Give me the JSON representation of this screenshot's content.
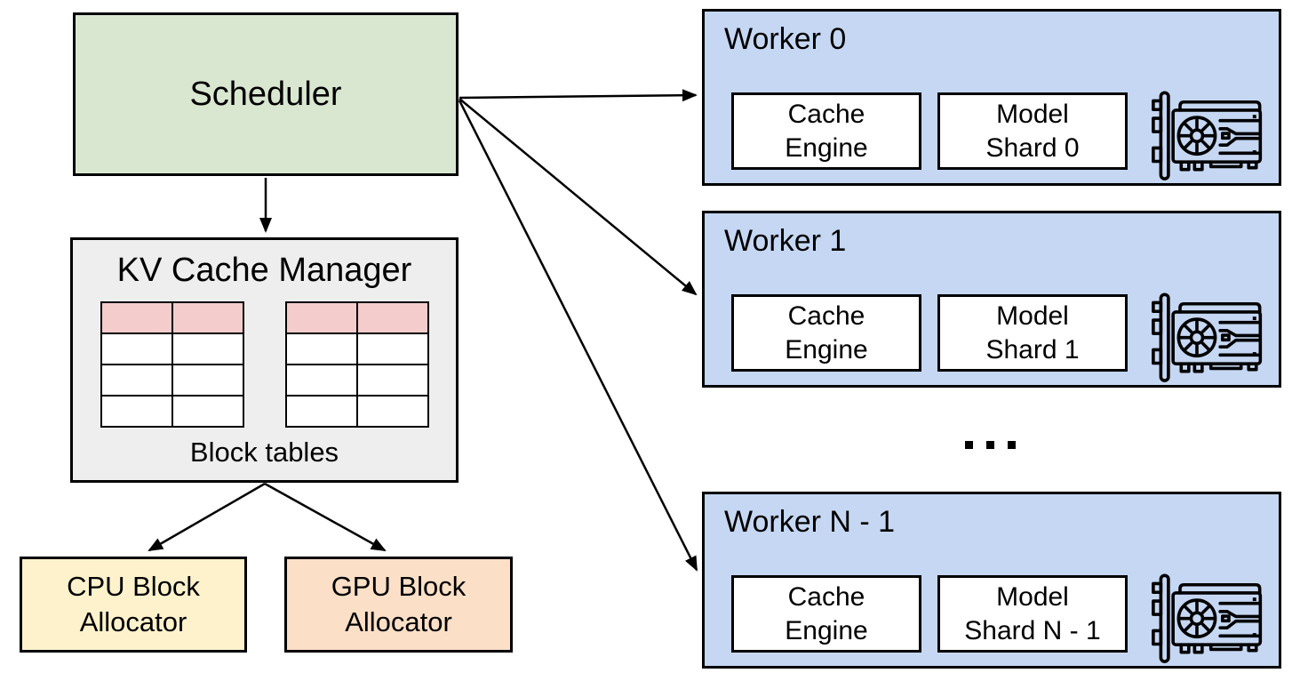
{
  "diagram_title": "Scheduler / KV cache manager / distributed workers architecture",
  "colors": {
    "scheduler_fill": "#d9e7d1",
    "kv_fill": "#eeeeee",
    "table_header_fill": "#f4cccc",
    "cpu_fill": "#fdf2cc",
    "gpu_fill": "#fbdfc6",
    "worker_fill": "#c5d7f2",
    "stroke": "#000000"
  },
  "scheduler": {
    "label": "Scheduler"
  },
  "kv_cache_manager": {
    "title": "KV Cache Manager",
    "caption": "Block tables",
    "tables": [
      {
        "rows": 4,
        "cols": 2,
        "header_row_highlighted": true
      },
      {
        "rows": 4,
        "cols": 2,
        "header_row_highlighted": true
      }
    ]
  },
  "allocators": {
    "cpu": {
      "line1": "CPU Block",
      "line2": "Allocator"
    },
    "gpu": {
      "line1": "GPU Block",
      "line2": "Allocator"
    }
  },
  "workers": [
    {
      "title": "Worker 0",
      "cache_engine": {
        "line1": "Cache",
        "line2": "Engine"
      },
      "model_shard": {
        "line1": "Model",
        "line2": "Shard 0"
      },
      "gpu_icon": "graphics-card-icon"
    },
    {
      "title": "Worker 1",
      "cache_engine": {
        "line1": "Cache",
        "line2": "Engine"
      },
      "model_shard": {
        "line1": "Model",
        "line2": "Shard 1"
      },
      "gpu_icon": "graphics-card-icon"
    },
    {
      "title": "Worker N - 1",
      "cache_engine": {
        "line1": "Cache",
        "line2": "Engine"
      },
      "model_shard": {
        "line1": "Model",
        "line2": "Shard N - 1"
      },
      "gpu_icon": "graphics-card-icon"
    }
  ],
  "workers_ellipsis": "...",
  "connections": [
    {
      "from": "scheduler",
      "to": "kv_cache_manager"
    },
    {
      "from": "scheduler",
      "to": "worker_0"
    },
    {
      "from": "scheduler",
      "to": "worker_1"
    },
    {
      "from": "scheduler",
      "to": "worker_n_1"
    },
    {
      "from": "kv_cache_manager",
      "to": "cpu_block_allocator"
    },
    {
      "from": "kv_cache_manager",
      "to": "gpu_block_allocator"
    }
  ]
}
